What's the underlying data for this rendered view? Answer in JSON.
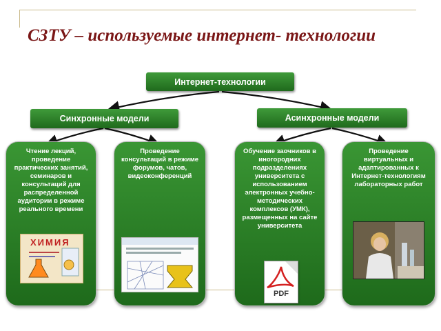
{
  "title": "СЗТУ – используемые интернет- технологии",
  "root": "Интернет-технологии",
  "branches": {
    "sync": "Синхронные модели",
    "async": "Асинхронные модели"
  },
  "columns": [
    {
      "text": "Чтение лекций, проведение практических занятий, семинаров и консультаций для распределенной аудитории в режиме реального времени"
    },
    {
      "text": "Проведение консультаций в режиме форумов, чатов, видеоконференций"
    },
    {
      "text": "Обучение заочников в иногородних подразделениях университета с использованием электронных учебно-методических комплексов (УМК), размещенных на сайте университета"
    },
    {
      "text": "Проведение виртуальных и адаптированных к Интернет-технологиям лабораторных работ"
    }
  ],
  "images": {
    "chem_book_title": "ХИМИЯ",
    "pdf_label": "PDF"
  },
  "colors": {
    "title": "#7a1616",
    "box_green": "#2e7d2a",
    "frame": "#c9b98a"
  }
}
